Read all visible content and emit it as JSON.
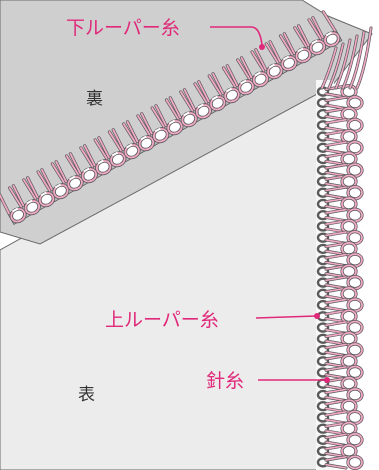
{
  "labels": {
    "lower_looper": "下ルーパー糸",
    "upper_looper": "上ルーパー糸",
    "needle": "針糸",
    "back": "裏",
    "front": "表"
  },
  "colors": {
    "accent": "#e0297a",
    "thread_pink": "#f2a9c6",
    "thread_outline": "#5a5a5a",
    "fabric_back": "#cfcfcf",
    "fabric_front": "#ececec"
  }
}
